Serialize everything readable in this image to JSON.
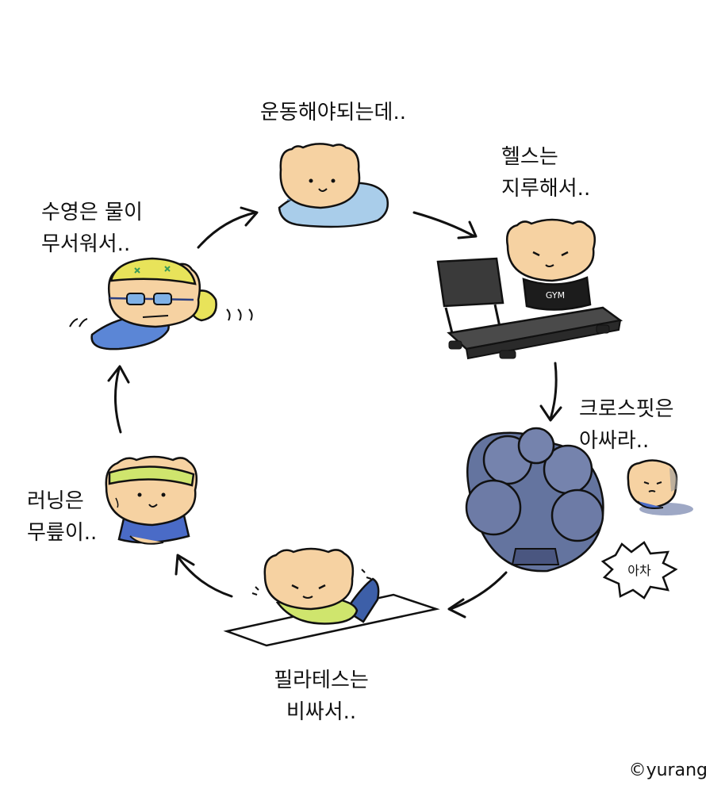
{
  "captions": {
    "top": [
      "운동해야되는데.."
    ],
    "health": [
      "헬스는",
      "지루해서.."
    ],
    "crossfit": [
      "크로스핏은",
      "아싸라.."
    ],
    "pilates": [
      "필라테스는",
      "비싸서.."
    ],
    "running": [
      "러닝은",
      "무릎이.."
    ],
    "swimming": [
      "수영은 물이",
      "무서워서.."
    ]
  },
  "gym_shirt_text": "GYM",
  "exclaim_text": "아차",
  "credit": "©yurang",
  "colors": {
    "bear_fill": "#f6d2a2",
    "outline": "#111111",
    "blanket": "#a9cdea",
    "treadmill": "#4a4a4a",
    "crossfit_group": "#64749f",
    "headband": "#cfe56d",
    "pants": "#4a6bc7",
    "swim_cap": "#e8e35a",
    "board": "#5b86d6"
  }
}
